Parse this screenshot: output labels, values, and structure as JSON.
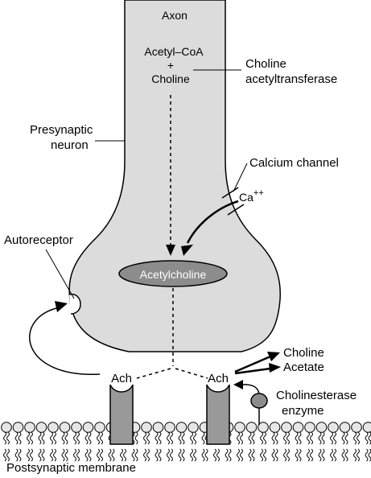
{
  "labels": {
    "axon": "Axon",
    "acetyl_coa": "Acetyl–CoA",
    "plus": "+",
    "choline_top": "Choline",
    "choline_acetyltransferase_line1": "Choline",
    "choline_acetyltransferase_line2": "acetyltransferase",
    "presynaptic_line1": "Presynaptic",
    "presynaptic_line2": "neuron",
    "calcium_channel": "Calcium channel",
    "calcium_ion": "Ca",
    "calcium_charge": "++",
    "autoreceptor": "Autoreceptor",
    "acetylcholine": "Acetylcholine",
    "ach_left": "Ach",
    "ach_right": "Ach",
    "choline_product": "Choline",
    "acetate_product": "Acetate",
    "cholinesterase_line1": "Cholinesterase",
    "cholinesterase_line2": "enzyme",
    "postsynaptic_membrane": "Postsynaptic membrane"
  },
  "colors": {
    "neuron_fill": "#dcdcdc",
    "vesicle_fill": "#8c8c8c",
    "receptor_fill": "#999999",
    "enzyme_fill": "#8c8c8c",
    "lipid_head_fill": "#e6e6e6",
    "stroke": "#000000",
    "acetylcholine_text": "#ffffff"
  }
}
